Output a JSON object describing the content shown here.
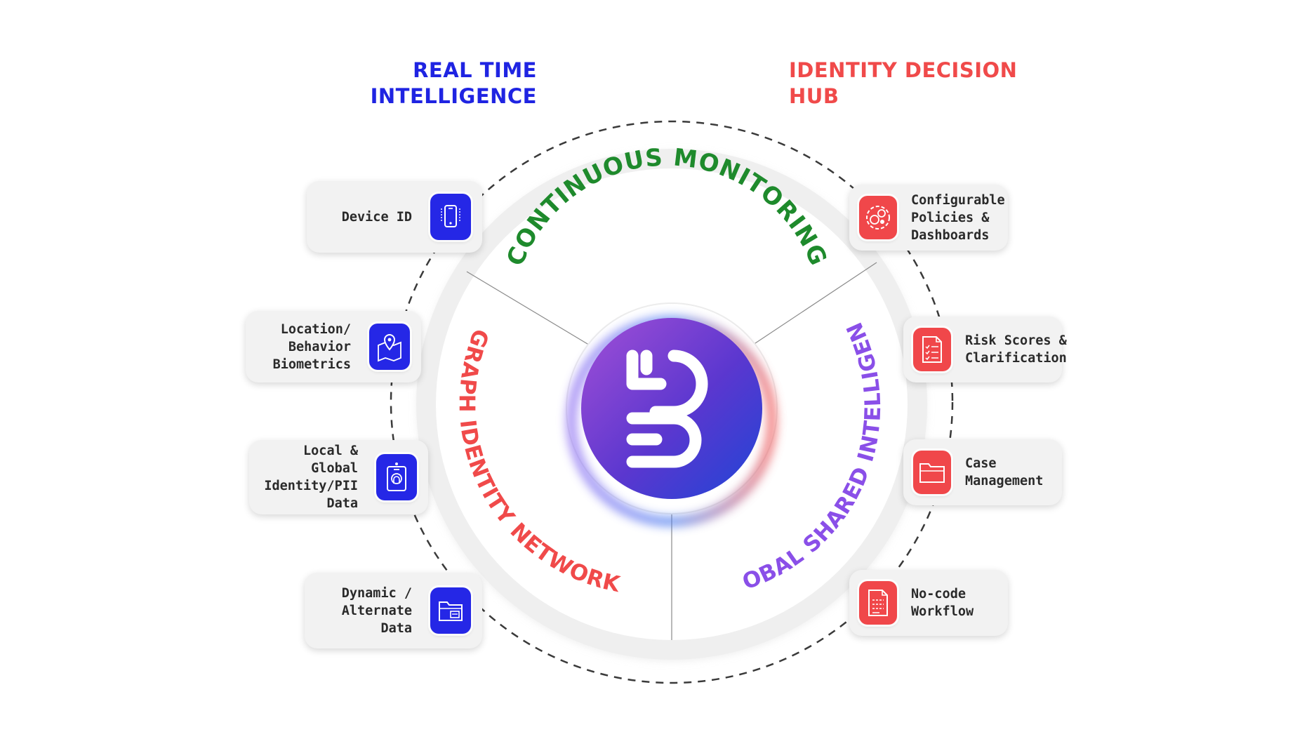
{
  "headings": {
    "left": [
      "REAL TIME",
      "INTELLIGENCE"
    ],
    "right": [
      "IDENTITY DECISION",
      "HUB"
    ]
  },
  "ring": {
    "top_label": "CONTINUOUS MONITORING",
    "left_label": "GRAPH IDENTITY NETWORK",
    "right_label": "GLOBAL SHARED INTELLIGENCE"
  },
  "left_cards": [
    {
      "lines": [
        "Device ID"
      ],
      "icon": "smartphone-icon"
    },
    {
      "lines": [
        "Location/",
        "Behavior",
        "Biometrics"
      ],
      "icon": "map-pin-icon"
    },
    {
      "lines": [
        "Local &",
        "Global",
        "Identity/PII",
        "Data"
      ],
      "icon": "id-badge-icon"
    },
    {
      "lines": [
        "Dynamic /",
        "Alternate",
        "Data"
      ],
      "icon": "folder-data-icon"
    }
  ],
  "right_cards": [
    {
      "lines": [
        "Configurable",
        "Policies &",
        "Dashboards"
      ],
      "icon": "gears-icon"
    },
    {
      "lines": [
        "Risk Scores &",
        "Clarification"
      ],
      "icon": "checklist-document-icon"
    },
    {
      "lines": [
        "Case",
        "Management"
      ],
      "icon": "open-folder-icon"
    },
    {
      "lines": [
        "No-code",
        "Workflow"
      ],
      "icon": "document-lines-icon"
    }
  ],
  "colors": {
    "blue": "#1f24e2",
    "red": "#f04a4a",
    "green": "#1e8a2c",
    "purple": "#8a4fe8",
    "tile_blue": "#2527e6",
    "tile_red": "#f0474a"
  }
}
